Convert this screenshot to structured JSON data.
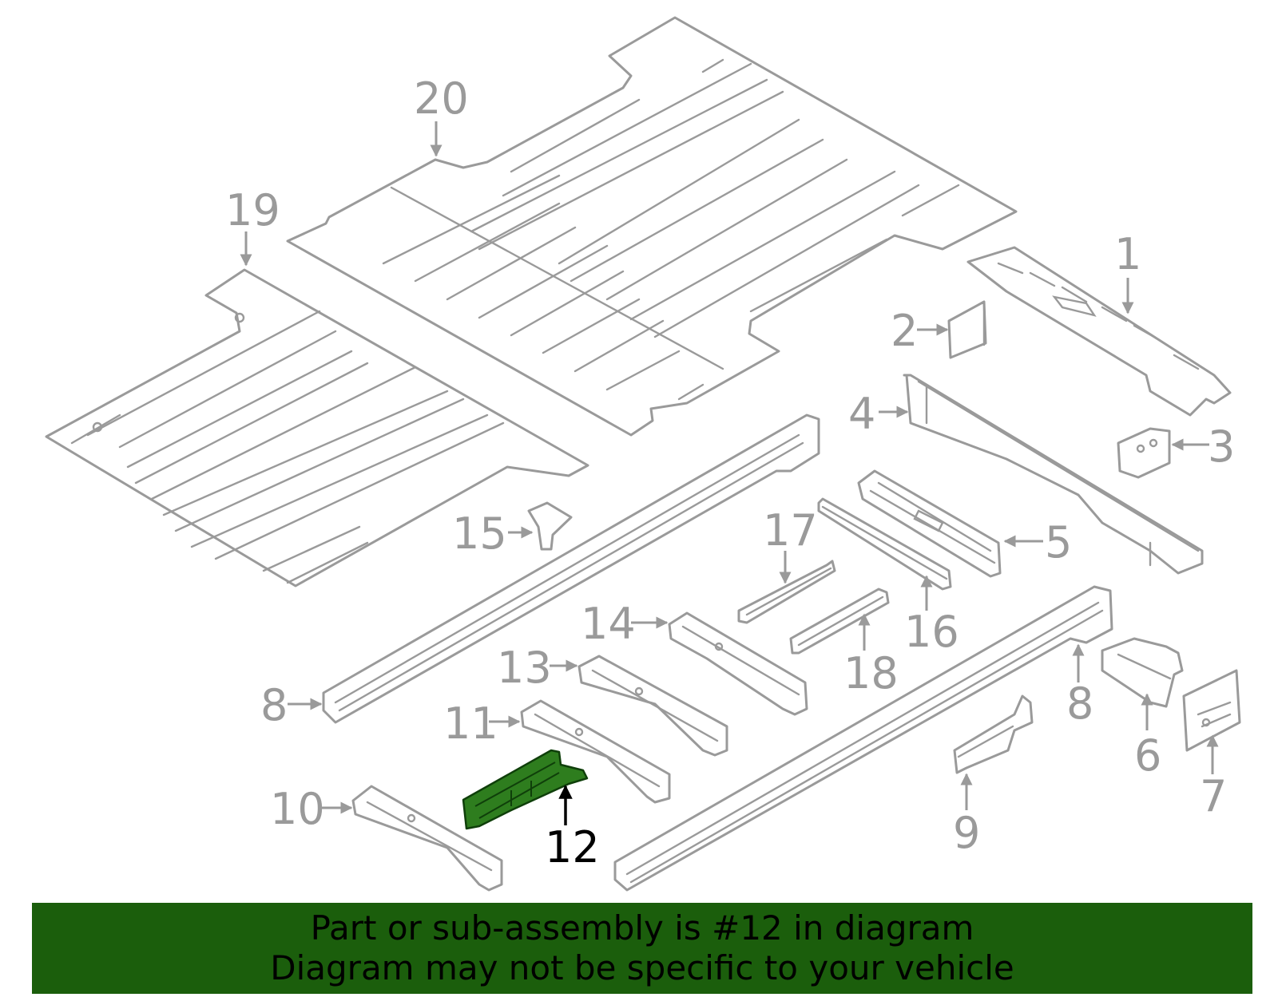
{
  "callouts": {
    "c1": "1",
    "c2": "2",
    "c3": "3",
    "c4": "4",
    "c5": "5",
    "c6": "6",
    "c7": "7",
    "c8a": "8",
    "c8b": "8",
    "c9": "9",
    "c10": "10",
    "c11": "11",
    "c12": "12",
    "c13": "13",
    "c14": "14",
    "c15": "15",
    "c16": "16",
    "c17": "17",
    "c18": "18",
    "c19": "19",
    "c20": "20"
  },
  "highlight": {
    "part": "12",
    "color": "#2e7d1e"
  },
  "banner": {
    "background": "#1b5e0c",
    "line1": "Part or sub-assembly is #12 in diagram",
    "line2": "Diagram may not be specific to your vehicle"
  }
}
